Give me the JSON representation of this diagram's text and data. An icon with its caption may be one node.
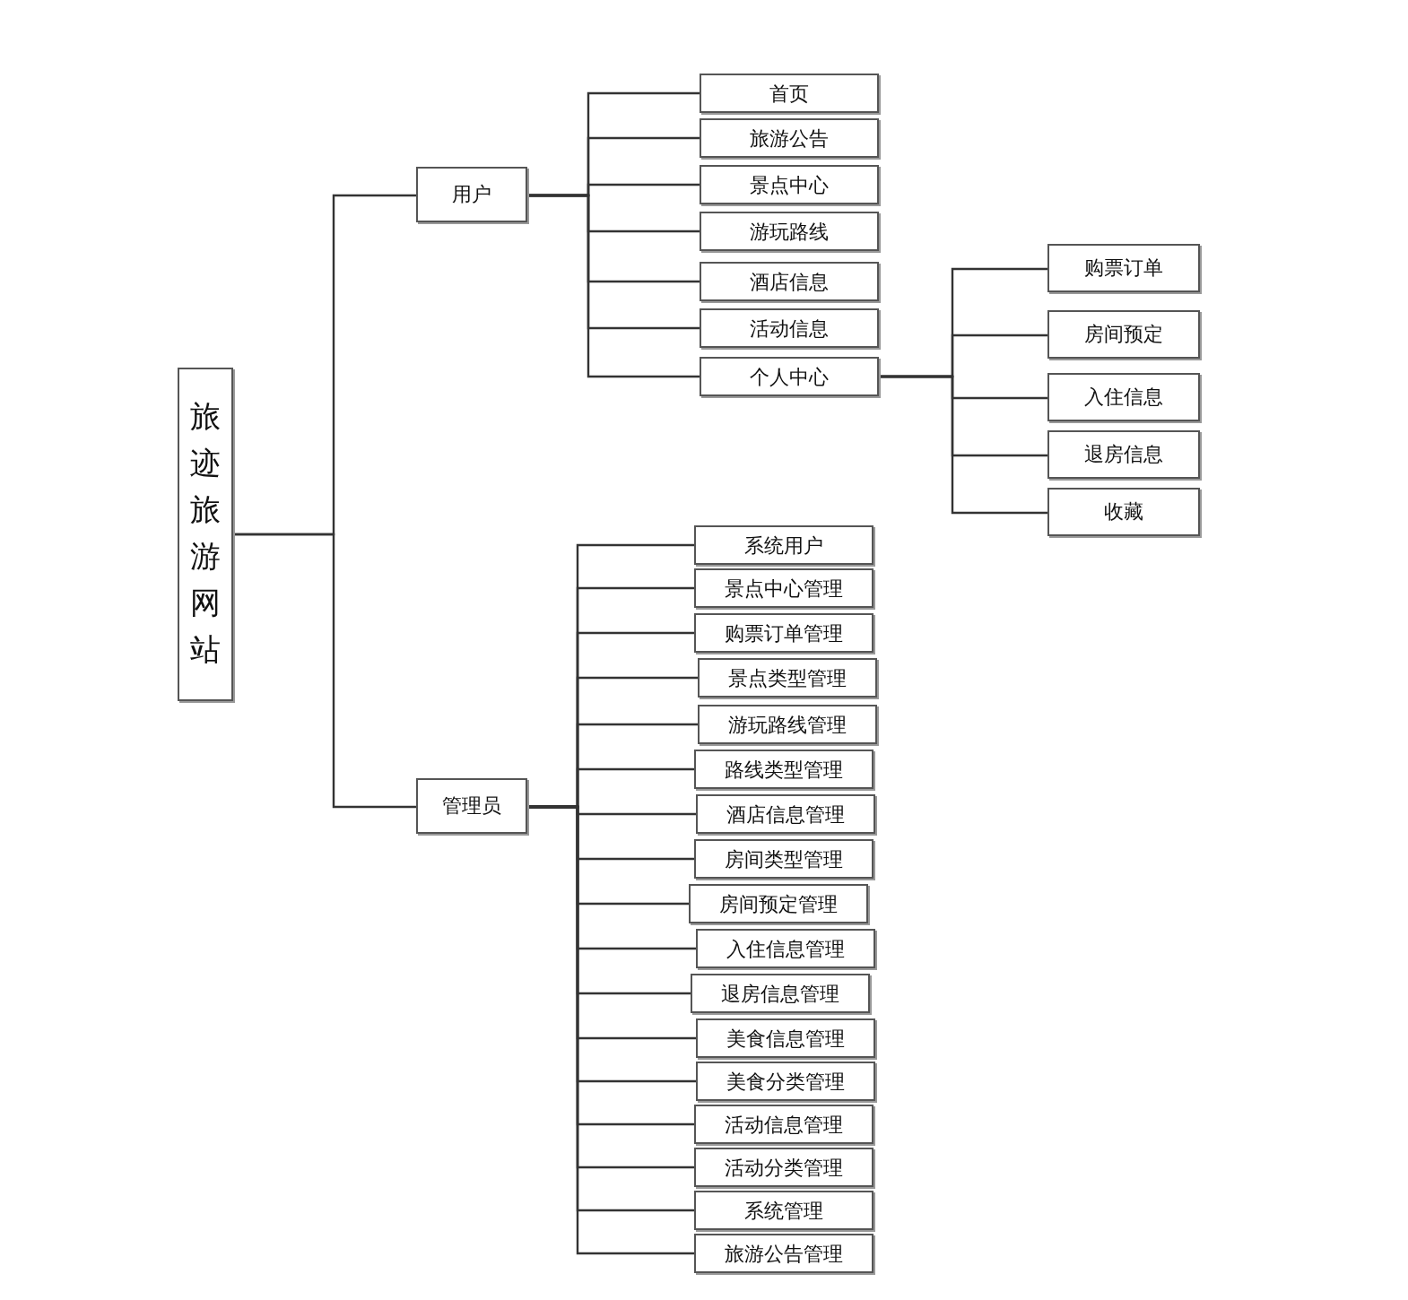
{
  "diagram": {
    "nodes": [
      {
        "text": [
          "旅迹旅游网站"
        ]
      },
      {
        "text": [
          "用户"
        ]
      },
      {
        "text": [
          "首页"
        ]
      },
      {
        "text": [
          "旅游公告"
        ]
      },
      {
        "text": [
          "景点中心"
        ]
      },
      {
        "text": [
          "游玩路线"
        ]
      },
      {
        "text": [
          "酒店信息"
        ]
      },
      {
        "text": [
          "活动信息"
        ]
      },
      {
        "text": [
          "个人中心"
        ]
      },
      {
        "text": [
          "购票订单"
        ]
      },
      {
        "text": [
          "房间预定"
        ]
      },
      {
        "text": [
          "入住信息"
        ]
      },
      {
        "text": [
          "退房信息"
        ]
      },
      {
        "text": [
          "收藏"
        ]
      },
      {
        "text": [
          "管理员"
        ]
      },
      {
        "text": [
          "系统用户"
        ]
      },
      {
        "text": [
          "景点中心管理"
        ]
      },
      {
        "text": [
          "购票订单管理"
        ]
      },
      {
        "text": [
          "景点类型管理"
        ]
      },
      {
        "text": [
          "游玩路线管理"
        ]
      },
      {
        "text": [
          "路线类型管理"
        ]
      },
      {
        "text": [
          "酒店信息管理"
        ]
      },
      {
        "text": [
          "房间类型管理"
        ]
      },
      {
        "text": [
          "房间预定管理"
        ]
      },
      {
        "text": [
          "入住信息管理"
        ]
      },
      {
        "text": [
          "退房信息管理"
        ]
      },
      {
        "text": [
          "美食信息管理"
        ]
      },
      {
        "text": [
          "美食分类管理"
        ]
      },
      {
        "text": [
          "活动信息管理"
        ]
      },
      {
        "text": [
          "活动分类管理"
        ]
      },
      {
        "text": [
          "系统管理"
        ]
      },
      {
        "text": [
          "旅游公告管理"
        ]
      }
    ],
    "edges": [
      {
        "from": 0,
        "to": 1,
        "arrow": "none"
      },
      {
        "from": 0,
        "to": 14,
        "arrow": "none"
      },
      {
        "from": 1,
        "to": 2,
        "arrow": "none"
      },
      {
        "from": 1,
        "to": 3,
        "arrow": "none"
      },
      {
        "from": 1,
        "to": 4,
        "arrow": "none"
      },
      {
        "from": 1,
        "to": 5,
        "arrow": "none"
      },
      {
        "from": 1,
        "to": 6,
        "arrow": "none"
      },
      {
        "from": 1,
        "to": 7,
        "arrow": "none"
      },
      {
        "from": 1,
        "to": 8,
        "arrow": "none"
      },
      {
        "from": 8,
        "to": 9,
        "arrow": "none"
      },
      {
        "from": 8,
        "to": 10,
        "arrow": "none"
      },
      {
        "from": 8,
        "to": 11,
        "arrow": "none"
      },
      {
        "from": 8,
        "to": 12,
        "arrow": "none"
      },
      {
        "from": 8,
        "to": 13,
        "arrow": "none"
      },
      {
        "from": 14,
        "to": 15,
        "arrow": "none"
      },
      {
        "from": 14,
        "to": 16,
        "arrow": "none"
      },
      {
        "from": 14,
        "to": 17,
        "arrow": "none"
      },
      {
        "from": 14,
        "to": 18,
        "arrow": "none"
      },
      {
        "from": 14,
        "to": 19,
        "arrow": "none"
      },
      {
        "from": 14,
        "to": 20,
        "arrow": "none"
      },
      {
        "from": 14,
        "to": 21,
        "arrow": "none"
      },
      {
        "from": 14,
        "to": 22,
        "arrow": "none"
      },
      {
        "from": 14,
        "to": 23,
        "arrow": "none"
      },
      {
        "from": 14,
        "to": 24,
        "arrow": "none"
      },
      {
        "from": 14,
        "to": 25,
        "arrow": "none"
      },
      {
        "from": 14,
        "to": 26,
        "arrow": "none"
      },
      {
        "from": 14,
        "to": 27,
        "arrow": "none"
      },
      {
        "from": 14,
        "to": 28,
        "arrow": "none"
      },
      {
        "from": 14,
        "to": 29,
        "arrow": "none"
      },
      {
        "from": 14,
        "to": 30,
        "arrow": "none"
      },
      {
        "from": 14,
        "to": 31,
        "arrow": "none"
      }
    ]
  }
}
